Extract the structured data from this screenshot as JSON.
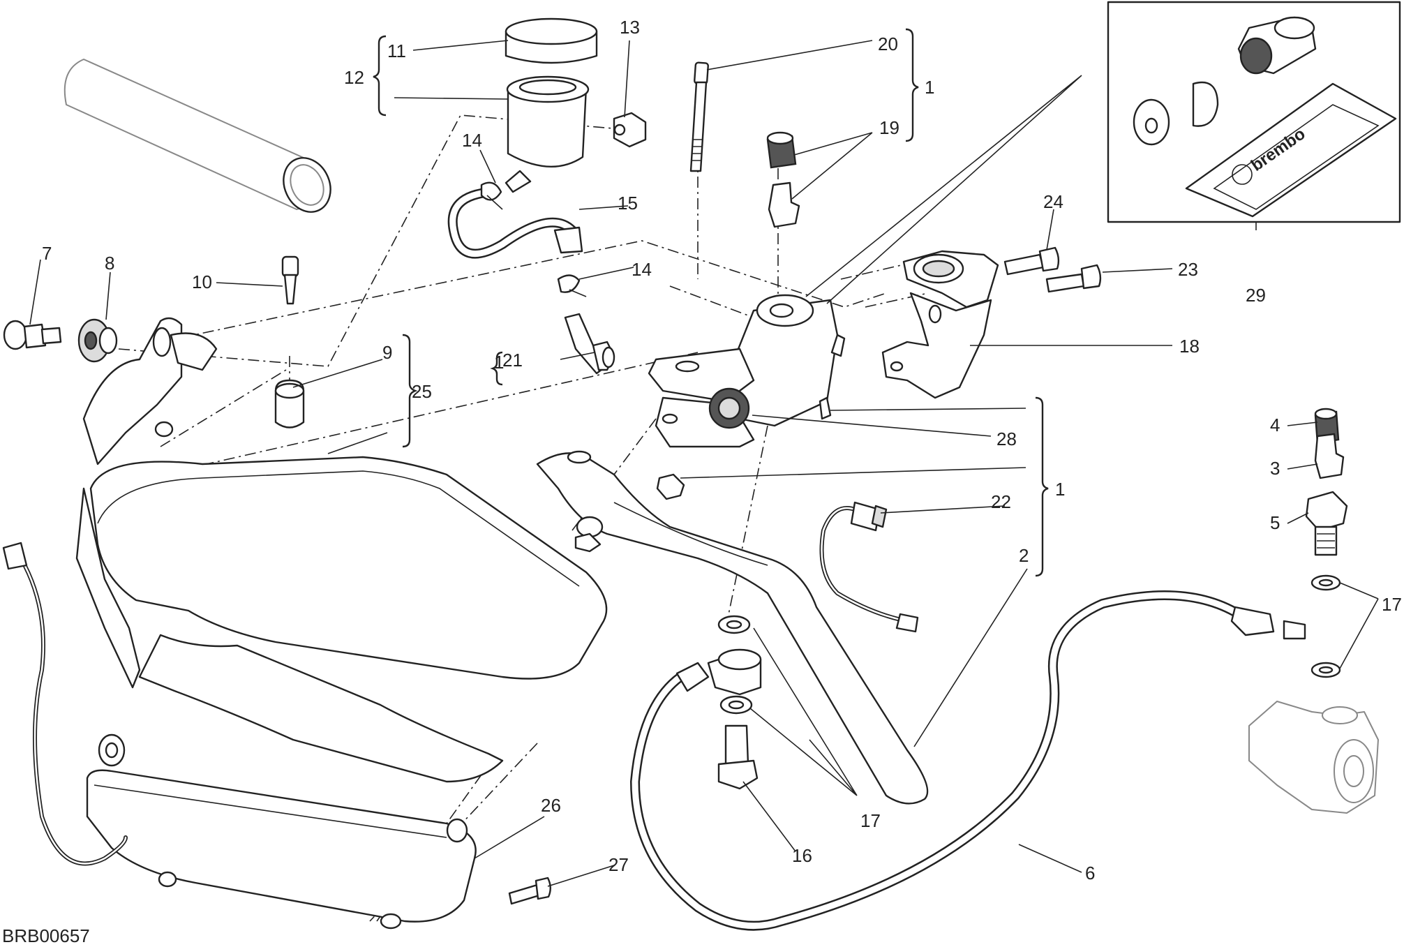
{
  "diagram_code": "BRB00657",
  "brand_text": "brembo",
  "callouts": [
    "1",
    "2",
    "3",
    "4",
    "5",
    "6",
    "7",
    "8",
    "9",
    "10",
    "11",
    "12",
    "13",
    "14",
    "15",
    "16",
    "17",
    "18",
    "19",
    "20",
    "21",
    "22",
    "23",
    "24",
    "25",
    "26",
    "27",
    "28",
    "29"
  ],
  "callout_colors": {
    "line": "#222222",
    "background": "#ffffff"
  }
}
